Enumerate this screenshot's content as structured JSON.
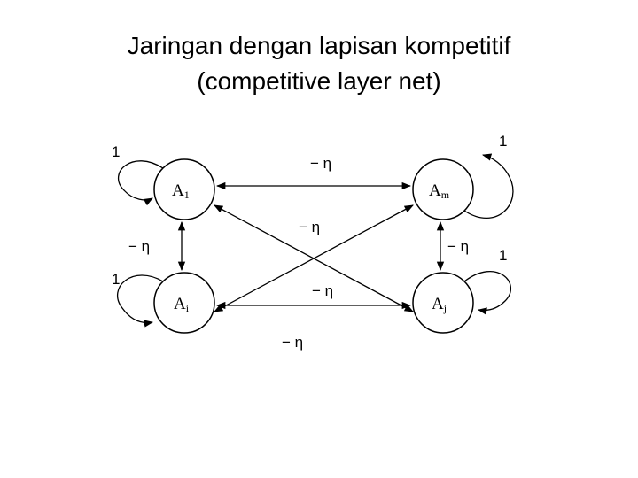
{
  "title": {
    "line1": "Jaringan dengan lapisan kompetitif",
    "line2": "(competitive layer net)"
  },
  "nodes": {
    "a1": {
      "letter": "A",
      "sub": "1"
    },
    "am": {
      "letter": "A",
      "sub": "m"
    },
    "ai": {
      "letter": "A",
      "sub": "i"
    },
    "aj": {
      "letter": "A",
      "sub": "j"
    }
  },
  "weights": {
    "self_a1": "1",
    "self_am": "1",
    "self_ai": "1",
    "self_aj": "1",
    "a1_am": "− η",
    "a1_ai": "− η",
    "am_aj": "− η",
    "diag_cross": "− η",
    "ai_aj": "− η",
    "ai_aj_outer": "− η"
  }
}
